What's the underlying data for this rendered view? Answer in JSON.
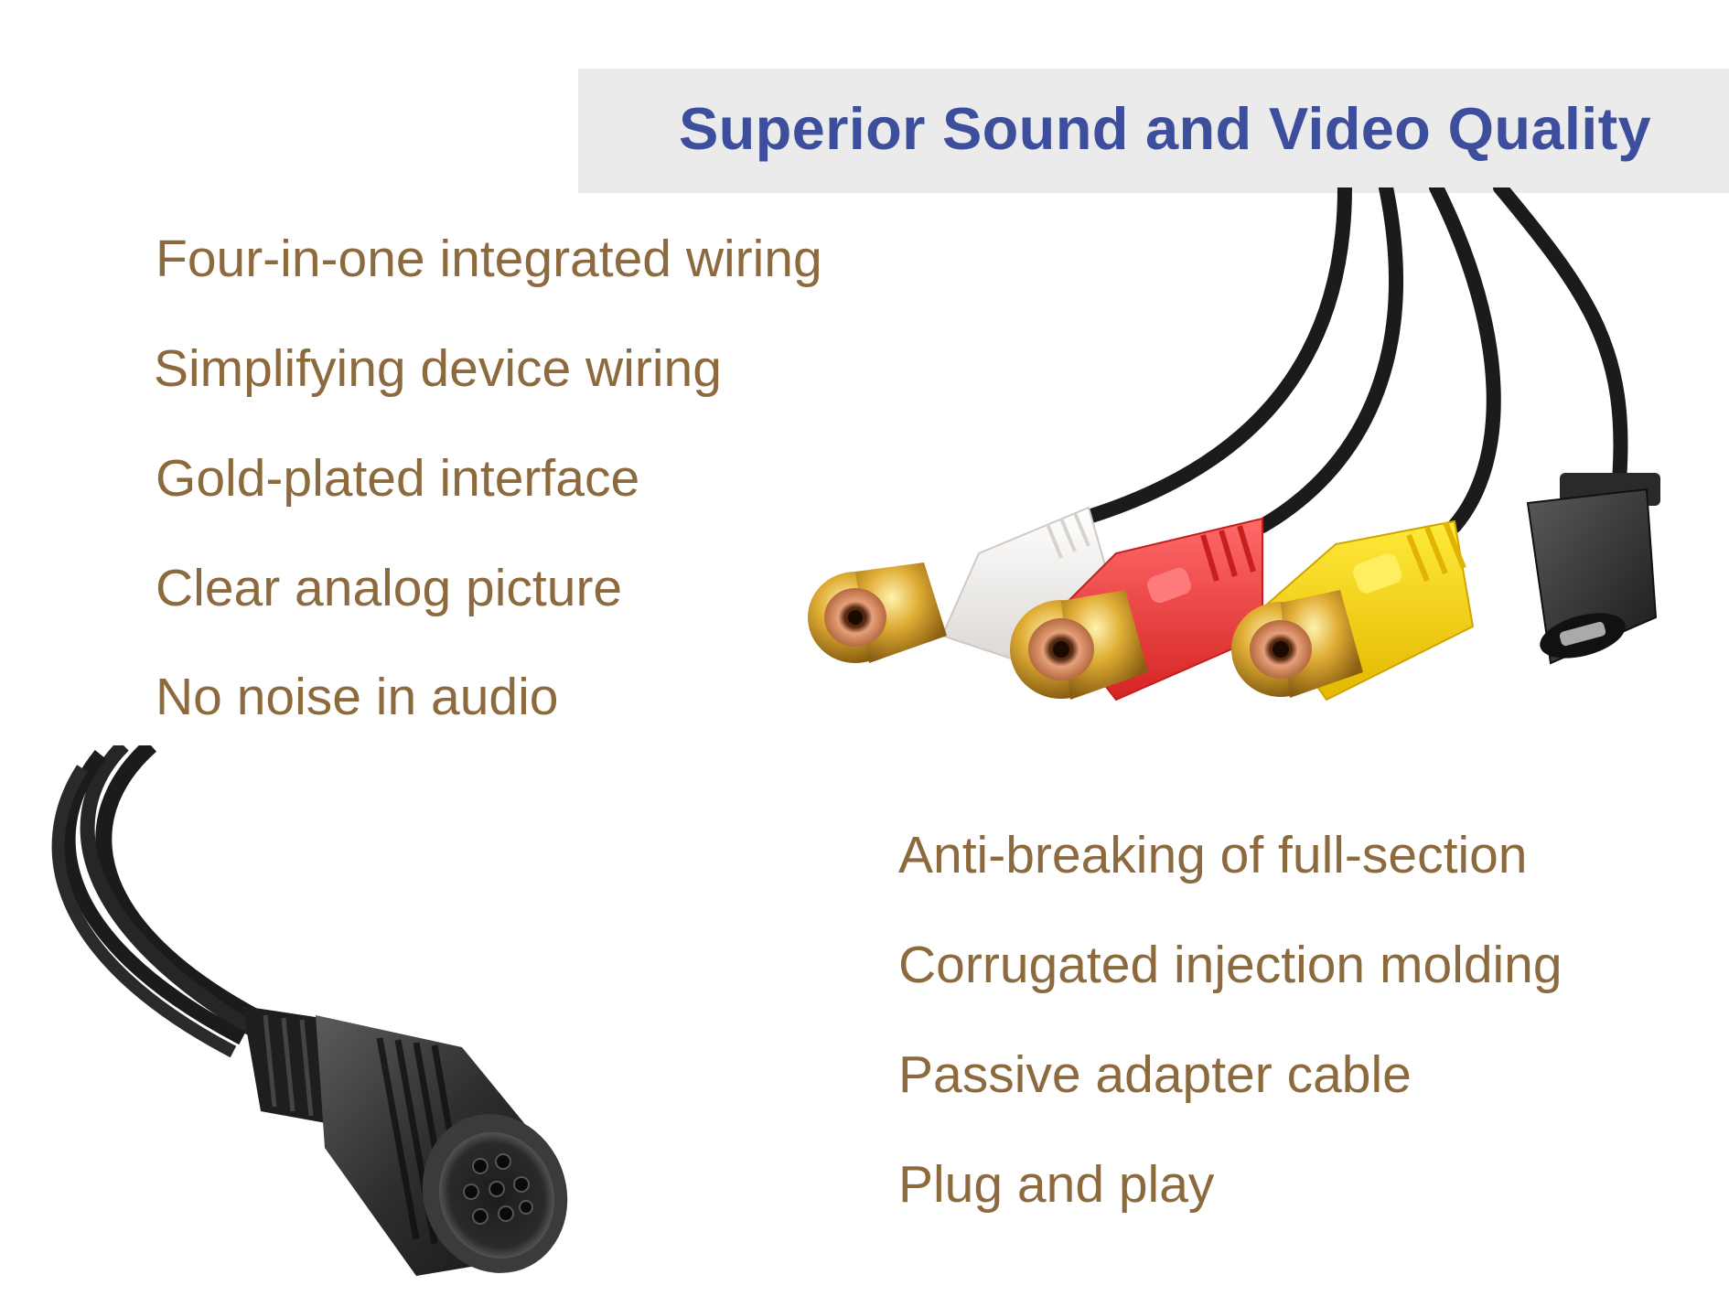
{
  "banner": {
    "title": "Superior Sound and Video Quality"
  },
  "features_left": [
    "Four-in-one integrated wiring",
    "Simplifying device wiring",
    "Gold-plated interface",
    "Clear analog picture",
    "No noise in audio"
  ],
  "features_right": [
    "Anti-breaking of full-section",
    "Corrugated injection molding",
    "Passive adapter cable",
    "Plug and play"
  ],
  "colors": {
    "title": "#3c4e9c",
    "feature_text": "#8c6a3e",
    "banner_bg": "#ebebec",
    "rca_white": "#f4f1ef",
    "rca_red": "#ee3b3b",
    "rca_yellow": "#f7d20c",
    "gold": "#d8a62a",
    "cable": "#1b1b1b"
  },
  "illustrations": {
    "top_right": "rca-connectors-and-micro-usb-photo",
    "bottom_left": "mini-din-8-pin-connector-photo"
  }
}
